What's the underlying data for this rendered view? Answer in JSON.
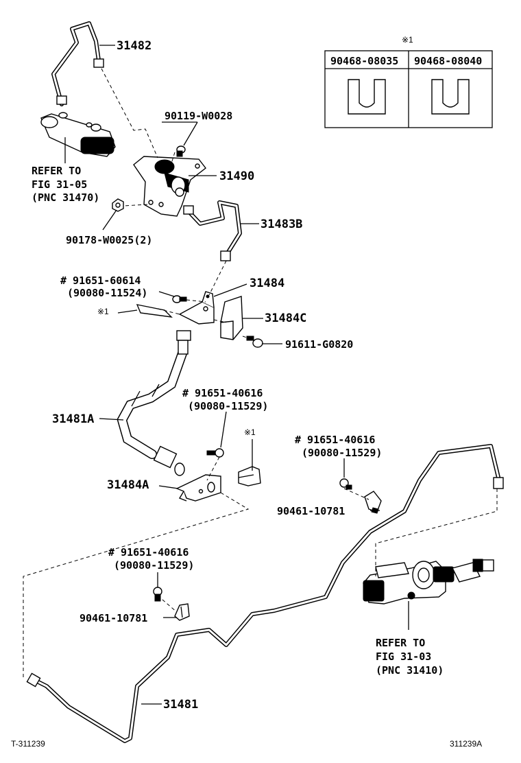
{
  "diagram": {
    "labels": {
      "p31482": "31482",
      "p90119": "90119-W0028",
      "p31490": "31490",
      "refer1_l1": "REFER TO",
      "refer1_l2": "FIG 31-05",
      "refer1_l3": "(PNC 31470)",
      "p90178": "90178-W0025(2)",
      "p31483B": "31483B",
      "p91651_60614": "# 91651-60614",
      "p90080_a": "(90080-11524)",
      "p31484": "31484",
      "star1_a": "※1",
      "p31484C": "31484C",
      "p91611": "91611-G0820",
      "p91651_40616_a": "# 91651-40616",
      "p90080_b": "(90080-11529)",
      "p31481A": "31481A",
      "star1_b": "※1",
      "p91651_40616_b": "# 91651-40616",
      "p90080_c": "(90080-11529)",
      "p31484A": "31484A",
      "p90461_a": "90461-10781",
      "p91651_40616_c": "# 91651-40616",
      "p90080_d": "(90080-11529)",
      "p90461_b": "90461-10781",
      "refer2_l1": "REFER TO",
      "refer2_l2": "FIG 31-03",
      "refer2_l3": "(PNC 31410)",
      "p31481": "31481",
      "footer_left": "T-311239",
      "footer_right": "311239A"
    },
    "table": {
      "note": "※1",
      "headers": [
        "90468-08035",
        "90468-08040"
      ]
    }
  }
}
